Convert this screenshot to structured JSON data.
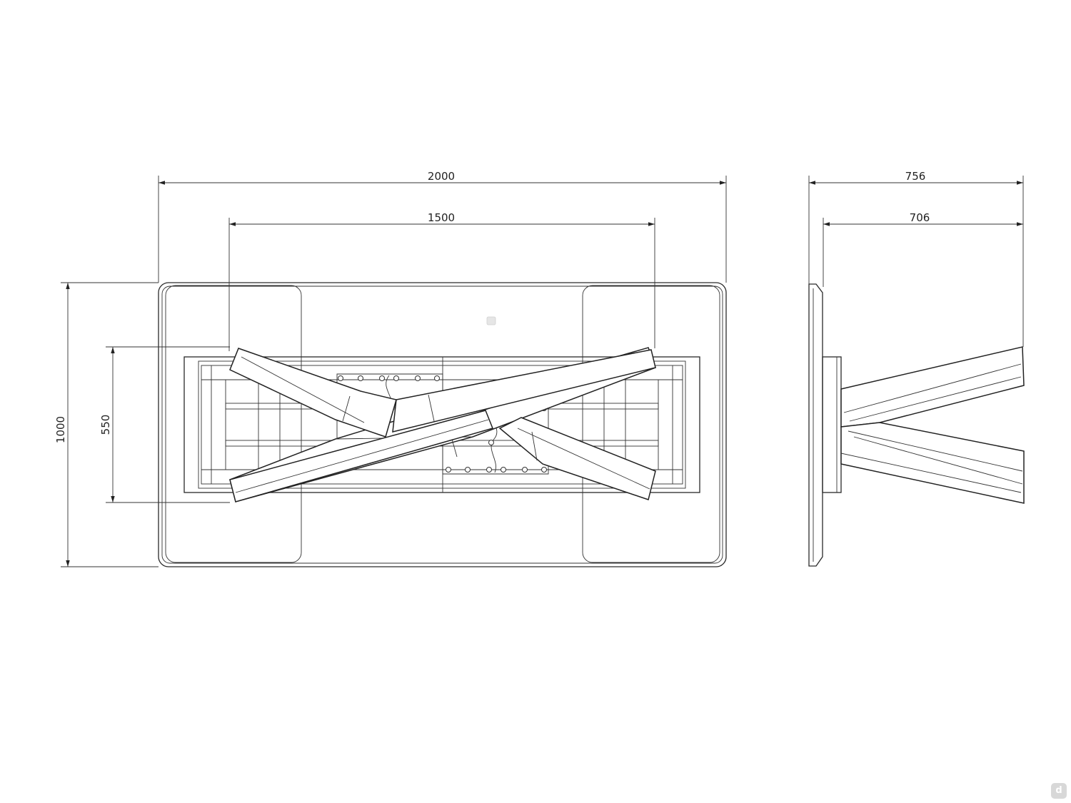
{
  "drawing": {
    "plan_view": {
      "dims": {
        "overall_length": "2000",
        "leg_span": "1500",
        "overall_width": "1000",
        "frame_width": "550"
      }
    },
    "side_view": {
      "dims": {
        "overall_depth": "756",
        "leg_depth": "706"
      }
    }
  },
  "watermark": {
    "glyph": "d"
  },
  "colors": {
    "line": "#2a2a2a",
    "background": "#ffffff",
    "watermark": "#d8d8d8"
  }
}
